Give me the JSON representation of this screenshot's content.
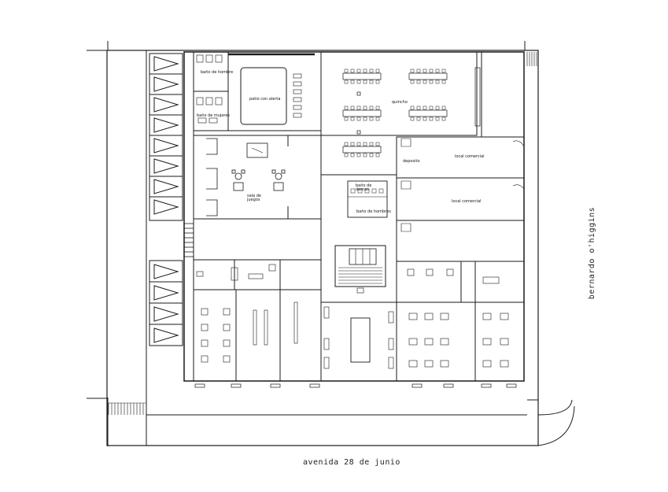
{
  "streets": {
    "bottom": "avenida 28 de junio",
    "right": "bernardo o'higgins"
  },
  "rooms": {
    "bano_hombre": "baño de hombre",
    "bano_mujeres": "baño de mujeres",
    "patio_cubierto": "patio con alerta",
    "quincho": "quincho",
    "sala_juegos": "sala de\njuegos",
    "local_comercial_1": "local comercial",
    "local_comercial_2": "local comercial",
    "bano_damas": "baño de\ndamas",
    "bano_hombres": "baño de hombres",
    "deposito": "deposito"
  },
  "colors": {
    "line": "#1a1a1a",
    "paper": "#ffffff"
  }
}
